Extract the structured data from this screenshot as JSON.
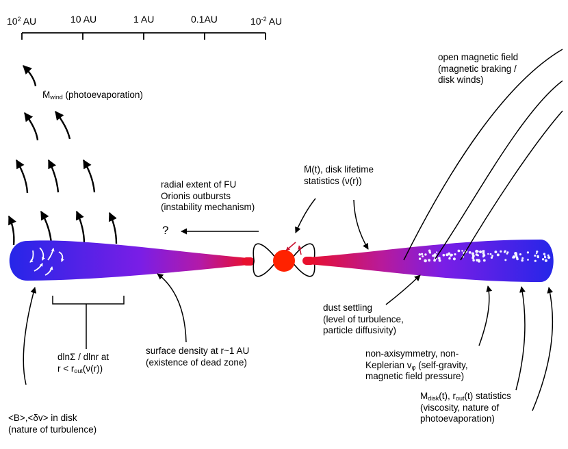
{
  "scale_axis": {
    "ticks": [
      {
        "base": "10",
        "exp": "2",
        "unit": "AU"
      },
      {
        "label": "10 AU"
      },
      {
        "label": "1 AU"
      },
      {
        "label": "0.1AU"
      },
      {
        "base": "10",
        "exp": "-2",
        "unit": "AU"
      }
    ]
  },
  "labels": {
    "wind": {
      "pre": "M",
      "sub": "wind",
      "post": " (photoevaporation)"
    },
    "open_field": [
      "open magnetic field",
      "(magnetic braking /",
      "disk winds)"
    ],
    "fu_orionis": [
      "radial extent of FU",
      "Orionis outbursts",
      "(instability mechanism)"
    ],
    "question_mark": "?",
    "lifetime": {
      "line1": "M(t), disk lifetime",
      "line2": "statistics (ν(r))"
    },
    "dust": [
      "dust settling",
      "(level of turbulence,",
      "particle diffusivity)"
    ],
    "surface_density": [
      "surface density at r~1 AU",
      "(existence of dead zone)"
    ],
    "slope": {
      "line1": "dlnΣ / dlnr at",
      "line2_pre": "r < r",
      "line2_sub": "out",
      "line2_post": "(ν(r))"
    },
    "nonaxi": {
      "line1": "non-axisymmetry, non-",
      "line2_pre": "Keplerian v",
      "line2_sub": "φ",
      "line2_post": " (self-gravity,",
      "line3": "magnetic field pressure)"
    },
    "mdisk": {
      "m": "M",
      "m_sub": "disk",
      "mid": "(t), r",
      "r_sub": "out",
      "post": "(t) statistics",
      "line2": "(viscosity, nature of",
      "line3": "photoevaporation)"
    },
    "turbulence": {
      "line1": "<B>,<δv> in disk",
      "line2": "(nature of turbulence)"
    }
  },
  "colors": {
    "disk_outer": "#2a2ae6",
    "disk_mid": "#9b1de0",
    "disk_inner": "#e0113a",
    "star": "#ff2200",
    "small_arrows": "#c8102e"
  }
}
